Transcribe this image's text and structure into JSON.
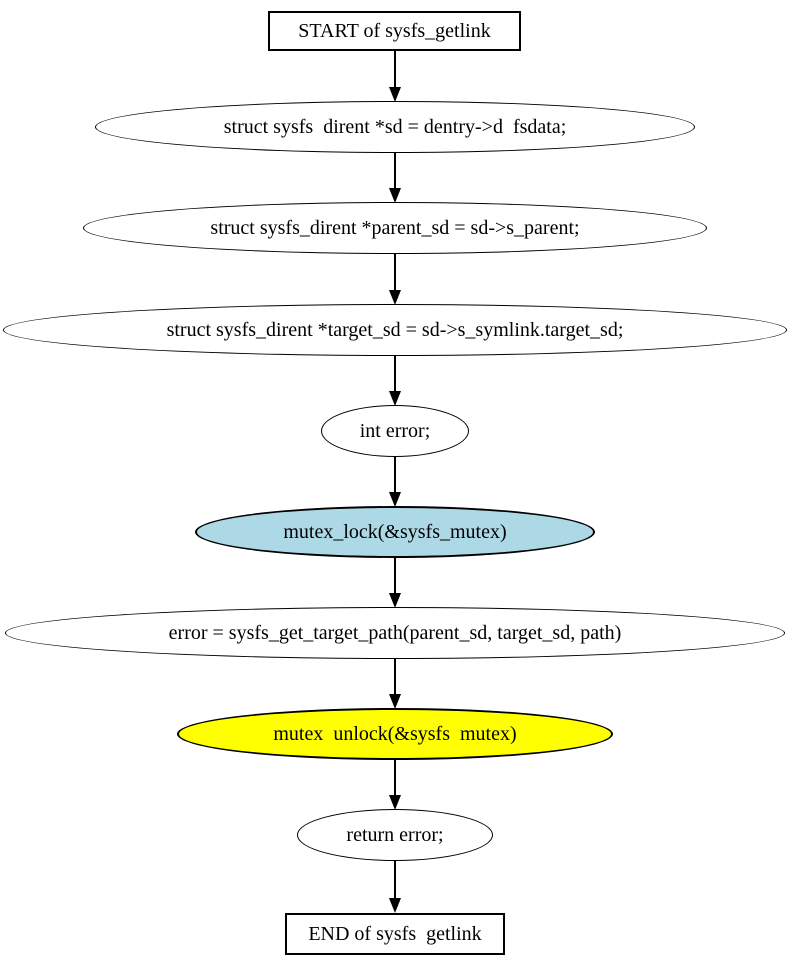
{
  "diagram": {
    "kind": "flowchart",
    "function": "sysfs_getlink",
    "background": "#ffffff",
    "edge_color": "#000000",
    "node_border_color": "#000000",
    "nodes": {
      "start": {
        "label": "START of sysfs_getlink",
        "shape": "box",
        "fill": "#ffffff"
      },
      "sd_assign": {
        "label": "struct sysfs  dirent *sd = dentry->d  fsdata;",
        "shape": "ellipse",
        "fill": "#ffffff"
      },
      "parent_sd": {
        "label": "struct sysfs_dirent *parent_sd = sd->s_parent;",
        "shape": "ellipse",
        "fill": "#ffffff"
      },
      "target_sd": {
        "label": "struct sysfs_dirent *target_sd = sd->s_symlink.target_sd;",
        "shape": "ellipse",
        "fill": "#ffffff"
      },
      "int_error": {
        "label": "int error;",
        "shape": "ellipse",
        "fill": "#ffffff"
      },
      "mutex_lock": {
        "label": "mutex_lock(&sysfs_mutex)",
        "shape": "ellipse",
        "fill": "#ADD8E6"
      },
      "get_target": {
        "label": "error = sysfs_get_target_path(parent_sd, target_sd, path)",
        "shape": "ellipse",
        "fill": "#ffffff"
      },
      "mutex_unlock": {
        "label": "mutex  unlock(&sysfs  mutex)",
        "shape": "ellipse",
        "fill": "#FFFF00"
      },
      "return_error": {
        "label": "return error;",
        "shape": "ellipse",
        "fill": "#ffffff"
      },
      "end": {
        "label": "END of sysfs  getlink",
        "shape": "box",
        "fill": "#ffffff"
      }
    },
    "edges": [
      {
        "from": "start",
        "to": "sd_assign"
      },
      {
        "from": "sd_assign",
        "to": "parent_sd"
      },
      {
        "from": "parent_sd",
        "to": "target_sd"
      },
      {
        "from": "target_sd",
        "to": "int_error"
      },
      {
        "from": "int_error",
        "to": "mutex_lock"
      },
      {
        "from": "mutex_lock",
        "to": "get_target"
      },
      {
        "from": "get_target",
        "to": "mutex_unlock"
      },
      {
        "from": "mutex_unlock",
        "to": "return_error"
      },
      {
        "from": "return_error",
        "to": "end"
      }
    ]
  }
}
